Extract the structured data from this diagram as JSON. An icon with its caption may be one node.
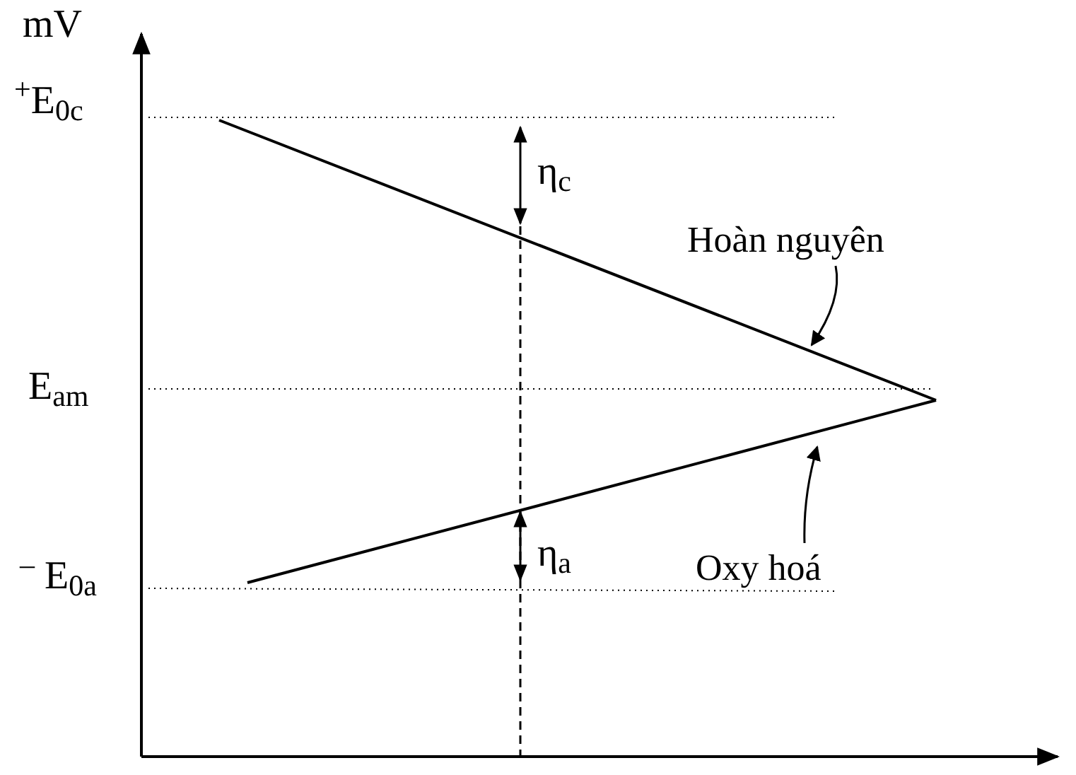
{
  "diagram": {
    "nodes": [
      {
        "text": [
          "Hoàn nguyên"
        ]
      },
      {
        "text": [
          "Oxy hoá"
        ]
      }
    ],
    "edges": [
      {
        "from": 0,
        "to": null,
        "arrow": "to"
      },
      {
        "from": 1,
        "to": null,
        "arrow": "to"
      }
    ],
    "labels": [
      "mV",
      "$^{+}$E$_{0c}$",
      "η$_{c}$",
      "E$_{am}$",
      "η$_{a}$",
      "$^{–}$ E$_{0a}$"
    ]
  }
}
